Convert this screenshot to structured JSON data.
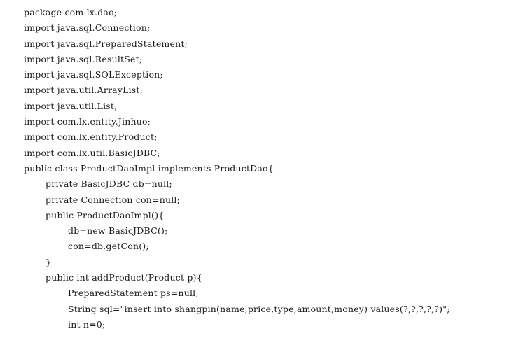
{
  "code": {
    "lines": [
      "package com.lx.dao;",
      "import java.sql.Connection;",
      "import java.sql.PreparedStatement;",
      "import java.sql.ResultSet;",
      "import java.sql.SQLException;",
      "import java.util.ArrayList;",
      "import java.util.List;",
      "import com.lx.entity.Jinhuo;",
      "import com.lx.entity.Product;",
      "import com.lx.util.BasicJDBC;",
      "public class ProductDaoImpl implements ProductDao{",
      "private BasicJDBC db=null;",
      "private Connection con=null;",
      "public ProductDaoImpl(){",
      "db=new BasicJDBC();",
      "con=db.getCon();",
      "}",
      "public int addProduct(Product p){",
      "PreparedStatement ps=null;",
      "String sql=\"insert into shangpin(name,price,type,amount,money) values(?,?,?,?,?)\";",
      "int n=0;"
    ]
  }
}
